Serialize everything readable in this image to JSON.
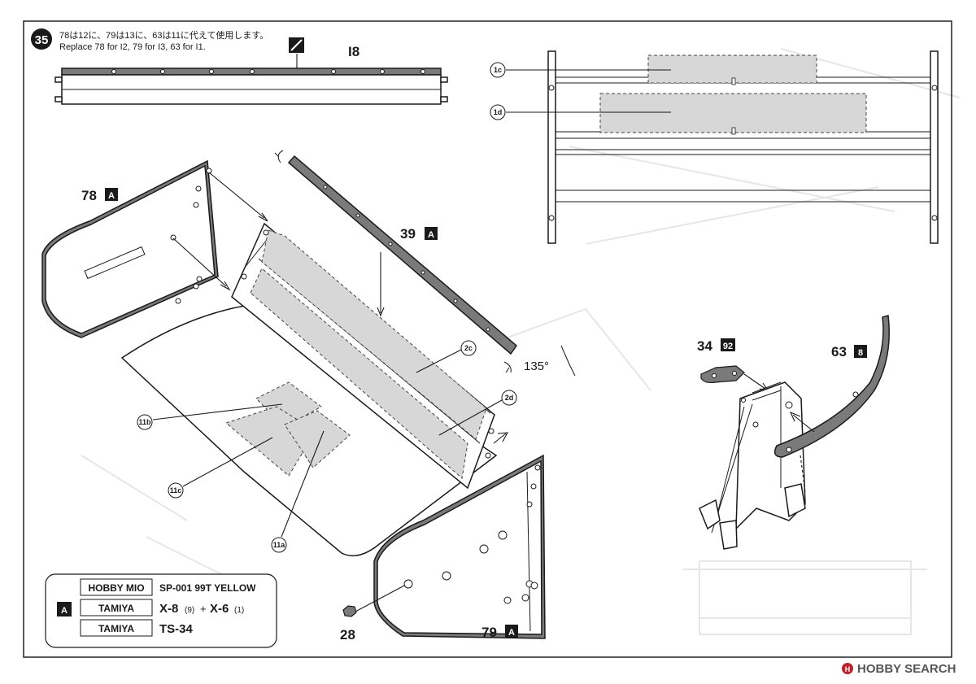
{
  "step": {
    "number": "35"
  },
  "instructions": {
    "japanese": "78は12に、79は13に、63は11に代えて使用します。",
    "english": "Replace 78 for I2, 79 for I3, 63 for I1."
  },
  "parts": {
    "top_bar": "I8",
    "side_plate_left": "78",
    "side_plate_right": "79",
    "strip": "39",
    "stay": "34",
    "stay_badge": "92",
    "arm": "63",
    "arm_badge": "8",
    "nut": "28"
  },
  "paint_badge": "A",
  "angle_label": "135°",
  "decal_callouts": [
    "1c",
    "1d",
    "2c",
    "2d",
    "11b",
    "11c",
    "11a"
  ],
  "paint_table": {
    "badge": "A",
    "rows": [
      {
        "brand": "HOBBY MIO",
        "color": "SP-001 99T YELLOW"
      },
      {
        "brand": "TAMIYA",
        "color_main": "X-8",
        "ratio_main": "(9)",
        "plus": "+",
        "color_mix": "X-6",
        "ratio_mix": "(1)"
      },
      {
        "brand": "TAMIYA",
        "color": "TS-34"
      }
    ]
  },
  "watermark": {
    "text": "HOBBY SEARCH"
  },
  "colors": {
    "line": "#1a1a1a",
    "decal_fill": "#d7d7d7",
    "painted_part": "#7a7a7a"
  }
}
